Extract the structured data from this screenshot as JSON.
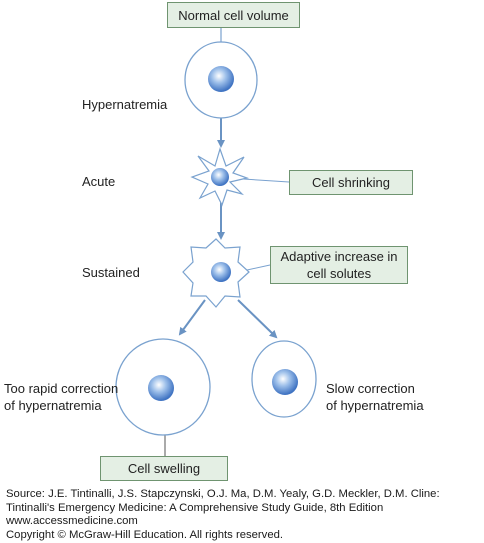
{
  "boxes": {
    "normal": "Normal cell volume",
    "shrinking": "Cell shrinking",
    "adaptive_line1": "Adaptive increase in",
    "adaptive_line2": "cell solutes",
    "swelling": "Cell swelling"
  },
  "labels": {
    "hypernatremia": "Hypernatremia",
    "acute": "Acute",
    "sustained": "Sustained",
    "rapid_line1": "Too rapid correction",
    "rapid_line2": "of hypernatremia",
    "slow_line1": "Slow correction",
    "slow_line2": "of hypernatremia"
  },
  "source": {
    "line1": "Source: J.E. Tintinalli, J.S. Stapczynski, O.J. Ma, D.M. Yealy, G.D. Meckler, D.M. Cline:",
    "line2": "Tintinalli's Emergency Medicine: A Comprehensive Study Guide, 8th Edition",
    "line3": "www.accessmedicine.com",
    "line4": "Copyright © McGraw-Hill Education.  All rights reserved."
  },
  "colors": {
    "arrow": "#6a93c3",
    "cell_outline": "#7aa2cf",
    "box_fill": "#e4efe4",
    "box_border": "#6f9470"
  }
}
